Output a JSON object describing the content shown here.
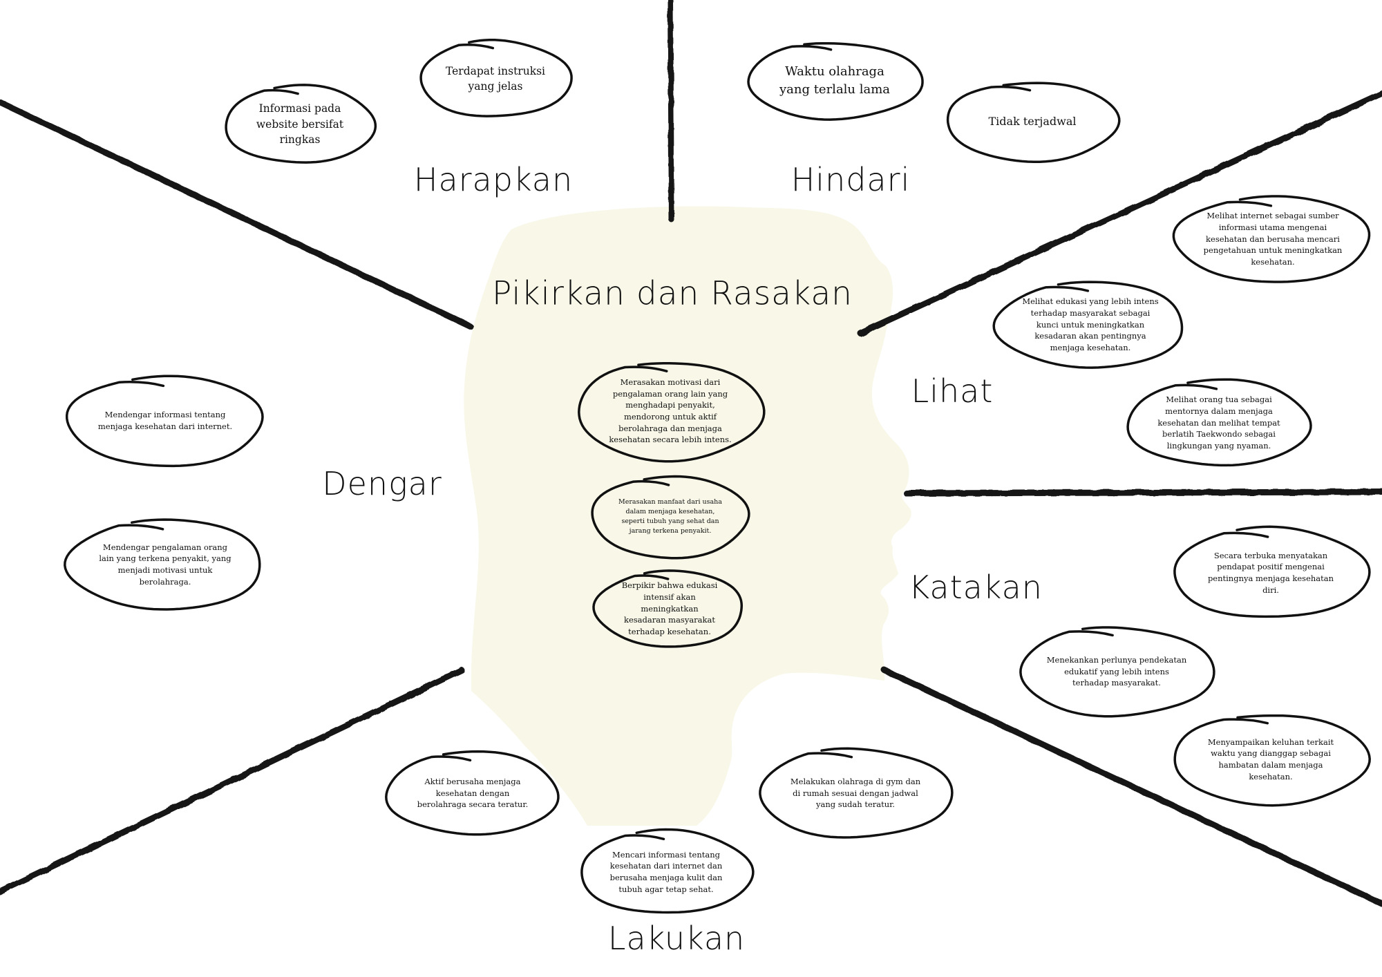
{
  "colors": {
    "background": "#ffffff",
    "head_fill": "#f8f7e8",
    "ink": "#111111"
  },
  "center": {
    "title": "Pikirkan dan Rasakan",
    "notes": [
      "Merasakan motivasi dari pengalaman orang lain yang menghadapi penyakit, mendorong untuk aktif berolahraga dan menjaga kesehatan secara lebih intens.",
      "Merasakan manfaat dari usaha dalam menjaga kesehatan, seperti tubuh yang sehat dan jarang terkena penyakit.",
      "Berpikir bahwa edukasi intensif akan meningkatkan kesadaran masyarakat terhadap kesehatan."
    ]
  },
  "sections": {
    "harapkan": {
      "label": "Harapkan",
      "notes": [
        "Informasi pada website bersifat ringkas",
        "Terdapat instruksi yang jelas"
      ]
    },
    "hindari": {
      "label": "Hindari",
      "notes": [
        "Waktu olahraga yang terlalu lama",
        "Tidak terjadwal"
      ]
    },
    "lihat": {
      "label": "Lihat",
      "notes": [
        "Melihat internet sebagai sumber informasi utama mengenai kesehatan dan berusaha mencari pengetahuan untuk meningkatkan kesehatan.",
        "Melihat edukasi yang lebih intens terhadap masyarakat sebagai kunci untuk meningkatkan kesadaran akan pentingnya menjaga kesehatan.",
        "Melihat orang tua sebagai mentornya dalam menjaga kesehatan dan melihat tempat berlatih Taekwondo sebagai lingkungan yang nyaman."
      ]
    },
    "katakan": {
      "label": "Katakan",
      "notes": [
        "Secara terbuka menyatakan pendapat positif mengenai pentingnya menjaga kesehatan diri.",
        "Menekankan perlunya pendekatan edukatif yang lebih intens terhadap masyarakat.",
        "Menyampaikan keluhan terkait waktu yang dianggap sebagai hambatan dalam menjaga kesehatan."
      ]
    },
    "lakukan": {
      "label": "Lakukan",
      "notes": [
        "Aktif berusaha menjaga kesehatan dengan berolahraga secara teratur.",
        "Mencari informasi tentang kesehatan dari internet dan berusaha menjaga kulit dan tubuh agar tetap sehat.",
        "Melakukan olahraga di gym dan di rumah sesuai dengan jadwal yang sudah teratur."
      ]
    },
    "dengar": {
      "label": "Dengar",
      "notes": [
        "Mendengar informasi tentang menjaga kesehatan dari internet.",
        "Mendengar pengalaman orang lain yang terkena penyakit, yang menjadi motivasi untuk berolahraga."
      ]
    }
  }
}
